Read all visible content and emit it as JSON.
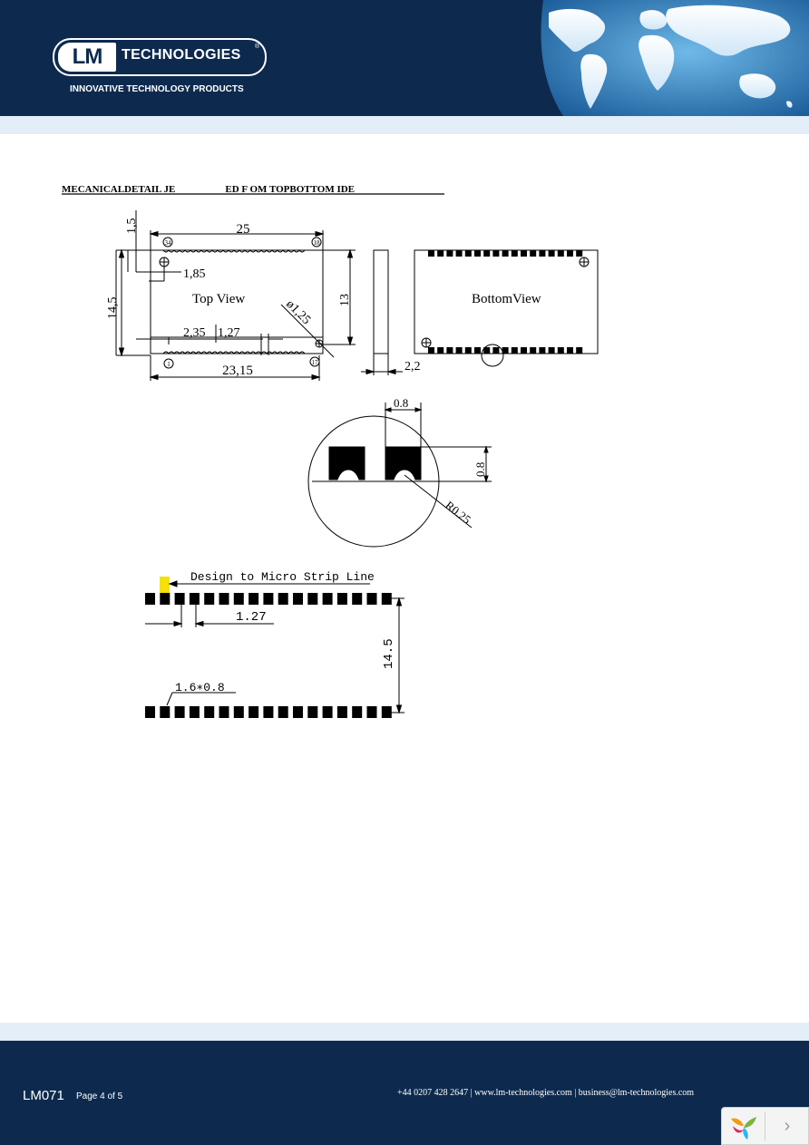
{
  "header": {
    "logo_lm": "LM",
    "logo_technologies": "TECHNOLOGIES",
    "logo_registered": "®",
    "tagline": "INNOVATIVE TECHNOLOGY PRODUCTS"
  },
  "section_title": "MECANICALDETAIL JE                    ED F OM TOPBOTTOM IDE",
  "drawing": {
    "dim_1_5": "1,5",
    "dim_25": "25",
    "pin_34": "34",
    "pin_18": "18",
    "dim_1_85": "1,85",
    "dim_14_5": "14,5",
    "top_view": "Top View",
    "dim_13": "13",
    "dim_hole": "ø1,25",
    "dim_2_35": "2,35",
    "dim_1_27": "1,27",
    "pin_1": "1",
    "pin_17": "17",
    "dim_23_15": "23,15",
    "bottom_view": "BottomView",
    "dim_2_2": "2,2",
    "detail_0_8_top": "0.8",
    "detail_0_8_side": "0.8",
    "detail_r": "R0.25",
    "strip_label": "Design to Micro Strip Line",
    "strip_pitch": "1.27",
    "strip_height": "14.5",
    "pad_size": "1.6∗0.8"
  },
  "footer": {
    "doc_id": "LM071",
    "page": "Page 4 of 5",
    "contact": "+44 0207 428 2647 | www.lm-technologies.com | business@lm-technologies.com"
  },
  "nav": {
    "next": "›"
  },
  "colors": {
    "navy": "#0d2a4e",
    "strip": "#e3eef9",
    "highlight": "#f5e00a"
  }
}
